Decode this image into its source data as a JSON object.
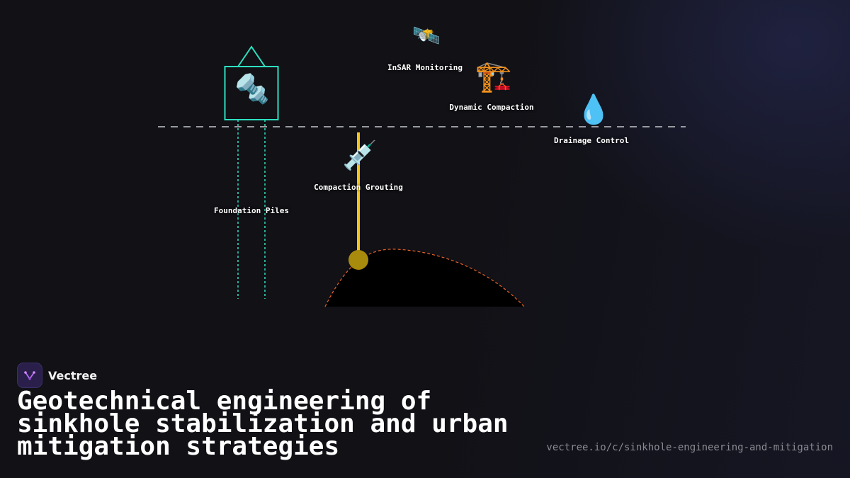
{
  "diagram": {
    "labels": {
      "insar": "InSAR Monitoring",
      "dynamic_compaction": "Dynamic Compaction",
      "drainage": "Drainage Control",
      "grouting": "Compaction Grouting",
      "piles": "Foundation Piles"
    },
    "icons": {
      "insar": "🛰️",
      "dynamic_compaction": "🏗️",
      "drainage": "💧",
      "grouting": "💉",
      "piles": "🔩"
    },
    "colors": {
      "pile": "#2de0c0",
      "grout": "#f5c518",
      "grout_bulb": "#a88a0c",
      "void_outline": "#e8632a",
      "ground_line": "#9a9aa2"
    }
  },
  "brand": {
    "name": "Vectree"
  },
  "title": "Geotechnical engineering of sinkhole stabilization and urban mitigation strategies",
  "url": "vectree.io/c/sinkhole-engineering-and-mitigation"
}
